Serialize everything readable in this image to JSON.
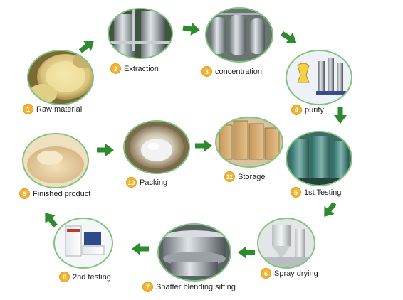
{
  "steps": [
    {
      "num": "1",
      "label": "Raw material",
      "photo": "raw-material-slices"
    },
    {
      "num": "2",
      "label": "Extraction",
      "photo": "extraction-tanks"
    },
    {
      "num": "3",
      "label": "concentration",
      "photo": "concentration-tanks"
    },
    {
      "num": "4",
      "label": "purify",
      "photo": "purify-equipment"
    },
    {
      "num": "5",
      "label": "1st Testing",
      "photo": "testing-room"
    },
    {
      "num": "6",
      "label": "Spray drying",
      "photo": "spray-dryer"
    },
    {
      "num": "7",
      "label": "Shatter blending sifting",
      "photo": "sifting-machine"
    },
    {
      "num": "8",
      "label": "2nd testing",
      "photo": "lab-instrument"
    },
    {
      "num": "9",
      "label": "Finished product",
      "photo": "powder-heap"
    },
    {
      "num": "10",
      "label": "Packing",
      "photo": "drum-packing"
    },
    {
      "num": "11",
      "label": "Storage",
      "photo": "storage-boxes"
    }
  ],
  "colors": {
    "arrow": "#2e8a2e",
    "badge": "#f2b233",
    "ring": "#7fc47f"
  }
}
